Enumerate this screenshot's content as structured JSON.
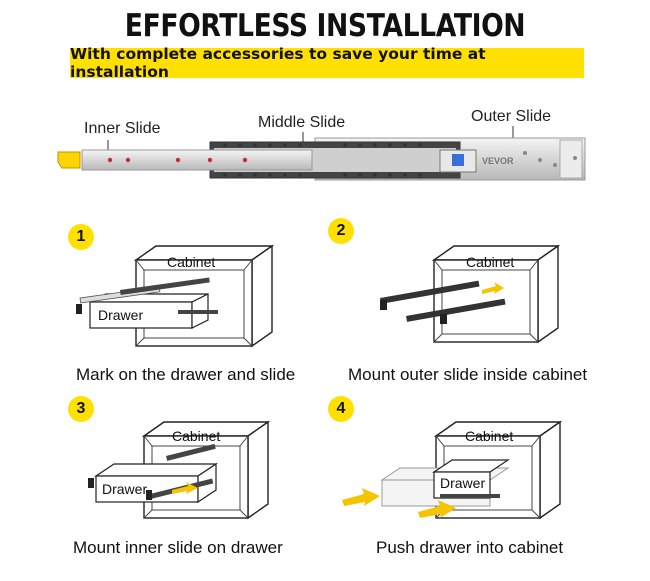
{
  "header": {
    "title": "EFFORTLESS INSTALLATION",
    "banner": "With complete accessories to save your time at installation"
  },
  "slide_diagram": {
    "inner_label": "Inner Slide",
    "middle_label": "Middle Slide",
    "outer_label": "Outer Slide",
    "brand_mark": "VEVOR"
  },
  "steps": [
    {
      "number": "1",
      "caption": "Mark on the drawer and slide",
      "cabinet_label": "Cabinet",
      "drawer_label": "Drawer"
    },
    {
      "number": "2",
      "caption": "Mount outer slide inside cabinet",
      "cabinet_label": "Cabinet"
    },
    {
      "number": "3",
      "caption": "Mount inner slide on drawer",
      "cabinet_label": "Cabinet",
      "drawer_label": "Drawer"
    },
    {
      "number": "4",
      "caption": "Push drawer into cabinet",
      "cabinet_label": "Cabinet",
      "drawer_label": "Drawer"
    }
  ],
  "colors": {
    "accent": "#FFE000",
    "arrow": "#F5C400",
    "line": "#222222"
  }
}
